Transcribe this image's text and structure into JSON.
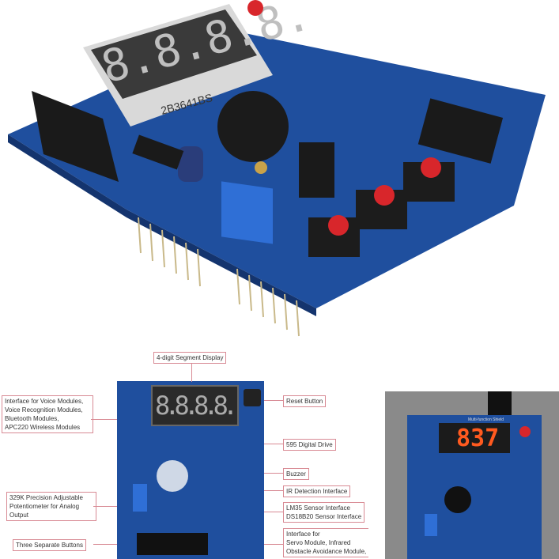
{
  "top_photo": {
    "display_digits": "8.8.8.8.",
    "display_part": "2B3641BS",
    "colors": {
      "pcb": "#1f4f9e",
      "display": "#3a3a3a",
      "button": "#d8262b"
    }
  },
  "diagram": {
    "callouts": {
      "display": "4-digit Segment Display",
      "reset": "Reset Button",
      "voice": "Interface for Voice Modules,\nVoice Recognition Modules,\nBluetooth Modules,\nAPC220 Wireless Modules",
      "drive": "595 Digital Drive",
      "buzzer": "Buzzer",
      "ir": "IR Detection Interface",
      "pot": "329K Precision Adjustable\nPotentiometer for Analog\nOutput",
      "sensor": "LM35 Sensor Interface\nDS18B20 Sensor Interface",
      "buttons": "Three Separate Buttons",
      "servo": "Interface for\nServo Module, Infrared\nObstacle Avoidance Module,"
    },
    "display_digits": "8.8.8.8."
  },
  "side_photo": {
    "display_value": "837",
    "board_label": "Multi-function Shield"
  }
}
